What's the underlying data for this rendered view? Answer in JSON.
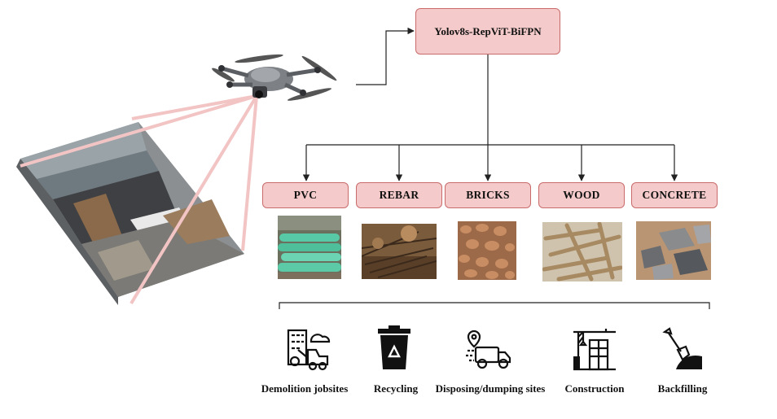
{
  "model": {
    "label": "Yolov8s-RepViT-BiFPN"
  },
  "categories": [
    {
      "label": "PVC"
    },
    {
      "label": "REBAR"
    },
    {
      "label": "BRICKS"
    },
    {
      "label": "WOOD"
    },
    {
      "label": "CONCRETE"
    }
  ],
  "applications": [
    {
      "label": "Demolition jobsites",
      "icon": "demolition-site-icon"
    },
    {
      "label": "Recycling",
      "icon": "recycling-bin-icon"
    },
    {
      "label": "Disposing/dumping sites",
      "icon": "dump-truck-icon"
    },
    {
      "label": "Construction",
      "icon": "construction-crane-icon"
    },
    {
      "label": "Backfilling",
      "icon": "shovel-soil-icon"
    }
  ],
  "colors": {
    "box_fill": "#f4caca",
    "box_border": "#c96b6b",
    "beam": "#f2c4c4",
    "line": "#222222"
  }
}
